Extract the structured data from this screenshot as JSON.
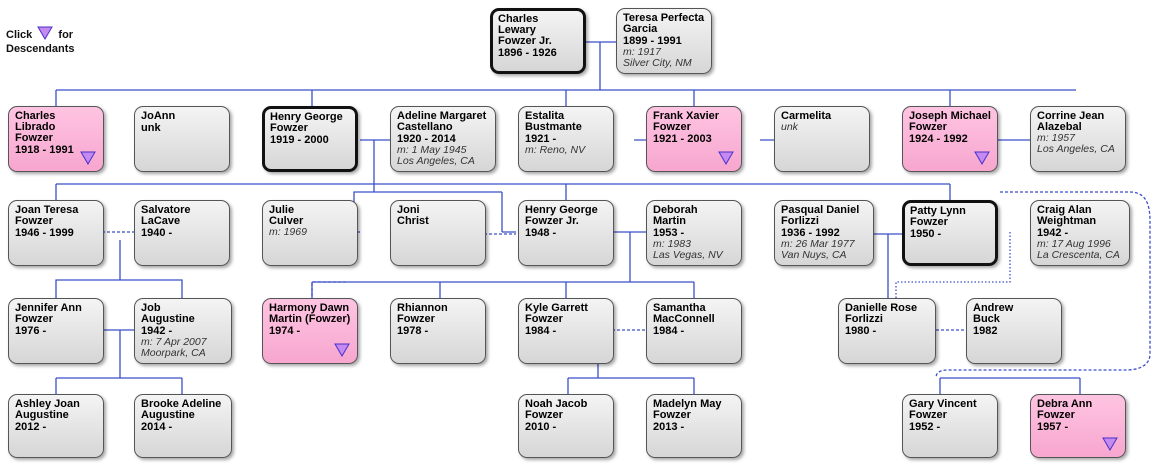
{
  "legend": {
    "click": "Click",
    "for": "for",
    "descendants": "Descendants"
  },
  "colors": {
    "line": "#3b4fc9",
    "pink": "#f7a6cf",
    "triangle": "#c48af0"
  },
  "people": [
    {
      "name": "Charles Lewary\nFowzer Jr.",
      "years": "1896 - 1926",
      "focus": true
    },
    {
      "name": "Teresa Perfecta\nGarcia",
      "years": "1899 - 1991",
      "marriage": "m: 1917\nSilver City, NM"
    },
    {
      "name": "Charles Librado\nFowzer",
      "years": "1918 - 1991",
      "pink": true,
      "descendants": true
    },
    {
      "name": "JoAnn",
      "years": "unk"
    },
    {
      "name": "Henry George\nFowzer",
      "years": "1919 - 2000",
      "focus": true
    },
    {
      "name": "Adeline Margaret\nCastellano",
      "years": "1920 - 2014",
      "marriage": "m: 1 May 1945\nLos Angeles, CA"
    },
    {
      "name": "Estalita\nBustmante",
      "years": "1921 -",
      "marriage": "m: Reno, NV"
    },
    {
      "name": "Frank Xavier\nFowzer",
      "years": "1921 - 2003",
      "pink": true,
      "descendants": true
    },
    {
      "name": "Carmelita",
      "marriage": "unk"
    },
    {
      "name": "Joseph Michael\nFowzer",
      "years": "1924 - 1992",
      "pink": true,
      "descendants": true
    },
    {
      "name": "Corrine Jean\nAlazebal",
      "marriage": "m: 1957\nLos Angeles, CA"
    },
    {
      "name": "Joan Teresa\nFowzer",
      "years": "1946 - 1999"
    },
    {
      "name": "Salvatore\nLaCave",
      "years": "1940 -"
    },
    {
      "name": "Julie\nCulver",
      "marriage": "m: 1969"
    },
    {
      "name": "Joni\nChrist"
    },
    {
      "name": "Henry George\nFowzer Jr.",
      "years": "1948 -"
    },
    {
      "name": "Deborah\nMartin",
      "years": "1953 -",
      "marriage": "m: 1983\nLas Vegas, NV"
    },
    {
      "name": "Pasqual Daniel\nForlizzi",
      "years": "1936 - 1992",
      "marriage": "m: 26 Mar 1977\nVan Nuys, CA"
    },
    {
      "name": "Patty Lynn\nFowzer",
      "years": "1950 -",
      "focus": true
    },
    {
      "name": "Craig Alan\nWeightman",
      "years": "1942 -",
      "marriage": "m: 17 Aug 1996\nLa Crescenta, CA"
    },
    {
      "name": "Jennifer Ann\nFowzer",
      "years": "1976 -"
    },
    {
      "name": "Job\nAugustine",
      "years": "1942 -",
      "marriage": "m: 7 Apr 2007\nMoorpark, CA"
    },
    {
      "name": "Harmony Dawn\nMartin (Fowzer)",
      "years": "1974 -",
      "pink": true,
      "descendants": true
    },
    {
      "name": "Rhiannon\nFowzer",
      "years": "1978 -"
    },
    {
      "name": "Kyle Garrett\nFowzer",
      "years": "1984 -"
    },
    {
      "name": "Samantha\nMacConnell",
      "years": "1984 -"
    },
    {
      "name": "Danielle Rose\nForlizzi",
      "years": "1980 -"
    },
    {
      "name": "Andrew\nBuck",
      "years": "1982"
    },
    {
      "name": "Ashley Joan\nAugustine",
      "years": "2012 -"
    },
    {
      "name": "Brooke Adeline\nAugustine",
      "years": "2014 -"
    },
    {
      "name": "Noah Jacob\nFowzer",
      "years": "2010 -"
    },
    {
      "name": "Madelyn May\nFowzer",
      "years": "2013 -"
    },
    {
      "name": "Gary Vincent\nFowzer",
      "years": "1952 -"
    },
    {
      "name": "Debra Ann\nFowzer",
      "years": "1957 -",
      "pink": true,
      "descendants": true
    }
  ]
}
